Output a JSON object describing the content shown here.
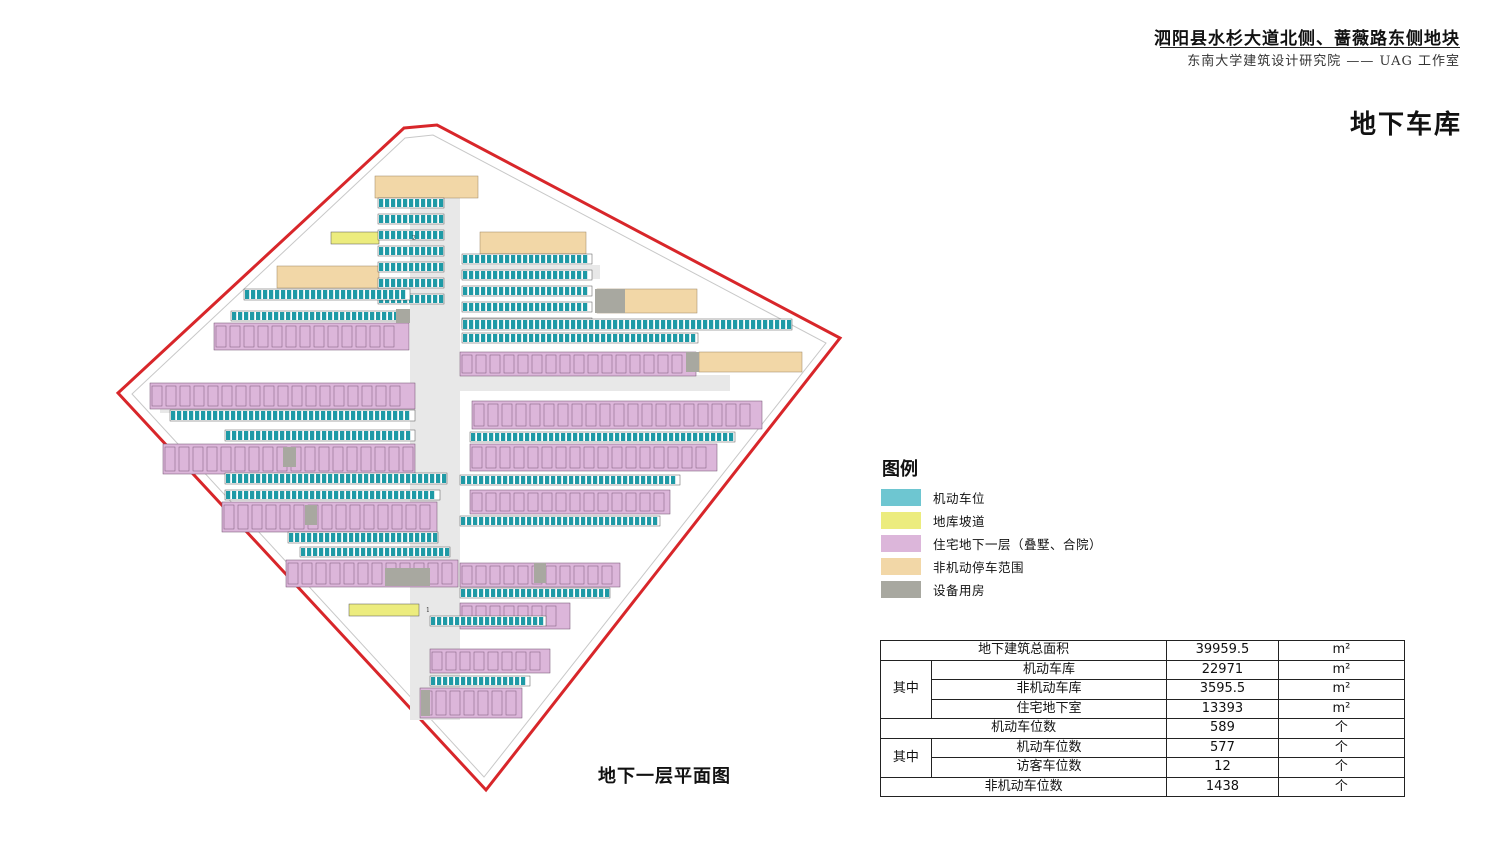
{
  "header": {
    "project_title": "泗阳县水杉大道北侧、蔷薇路东侧地块",
    "subtitle": "东南大学建筑设计研究院 —— UAG 工作室"
  },
  "section_title": "地下车库",
  "plan_caption": "地下一层平面图",
  "plan_marks": {
    "ramp_label": "2",
    "ramp_label_2": "1"
  },
  "legend": {
    "title": "图例",
    "items": [
      {
        "label": "机动车位",
        "color": "#6ec6d1"
      },
      {
        "label": "地库坡道",
        "color": "#ecec7e"
      },
      {
        "label": "住宅地下一层（叠墅、合院）",
        "color": "#dcb6da"
      },
      {
        "label": "非机动停车范围",
        "color": "#f2d7a7"
      },
      {
        "label": "设备用房",
        "color": "#a8a8a0"
      }
    ]
  },
  "colors": {
    "site_boundary": "#d8262a",
    "parking": "#1f9aa6",
    "ramp": "#ecec7e",
    "residential": "#dcb6da",
    "bicycle": "#f2d7a7",
    "equipment": "#a8a8a0",
    "corridor": "#e8e8e8"
  },
  "stats_table": {
    "total_area_label": "地下建筑总面积",
    "total_area_value": "39959.5",
    "area_unit": "m²",
    "group1_label": "其中",
    "motor_garage_label": "机动车库",
    "motor_garage_value": "22971",
    "nonmotor_garage_label": "非机动车库",
    "nonmotor_garage_value": "3595.5",
    "residential_basement_label": "住宅地下室",
    "residential_basement_value": "13393",
    "motor_spaces_label": "机动车位数",
    "motor_spaces_value": "589",
    "count_unit": "个",
    "group2_label": "其中",
    "motor_spaces_sub_label": "机动车位数",
    "motor_spaces_sub_value": "577",
    "visitor_spaces_label": "访客车位数",
    "visitor_spaces_value": "12",
    "nonmotor_spaces_label": "非机动车位数",
    "nonmotor_spaces_value": "1438"
  }
}
